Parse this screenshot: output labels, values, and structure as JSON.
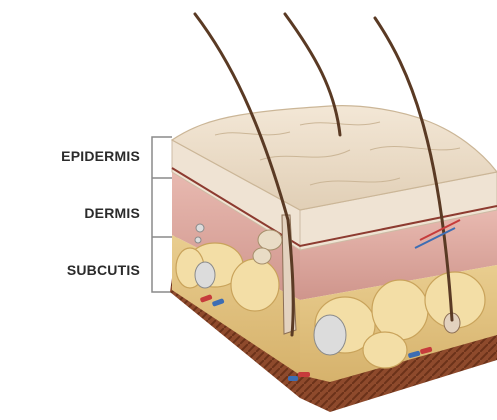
{
  "labels": {
    "epidermis": "EPIDERMIS",
    "dermis": "DERMIS",
    "subcutis": "SUBCUTIS"
  },
  "colors": {
    "background": "#ffffff",
    "label_text": "#2b2b2b",
    "bracket": "#8a8a8a",
    "epidermis_top": "#ead9c2",
    "epidermis_side": "#efe4d6",
    "dermis": "#d9a7a0",
    "subcutis": "#e7c98a",
    "fat_lobule": "#f0d9a0",
    "base": "#8e4a2c",
    "hair": "#5a3a24",
    "blood_red": "#c63b3b",
    "blood_blue": "#3d6db3"
  }
}
